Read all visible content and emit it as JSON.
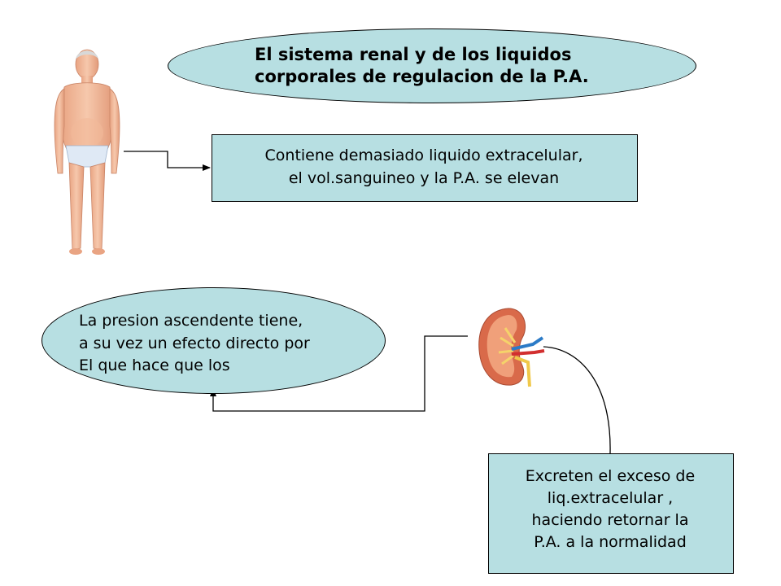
{
  "title": {
    "line1": "El sistema renal y de los liquidos",
    "line2": "corporales de regulacion  de la P.A."
  },
  "box_top": {
    "line1": "Contiene demasiado liquido extracelular,",
    "line2": "el vol.sanguineo y la P.A. se elevan"
  },
  "ellipse_left": {
    "line1": "La presion ascendente tiene,",
    "line2": "a su vez un efecto directo por",
    "line3": "El que hace que los"
  },
  "box_bottom": {
    "line1": "Excreten el exceso de",
    "line2": "liq.extracelular ,",
    "line3": "haciendo retornar la",
    "line4": "P.A. a la normalidad"
  },
  "colors": {
    "shape_fill": "#b7dfe2",
    "outline": "#000000"
  }
}
